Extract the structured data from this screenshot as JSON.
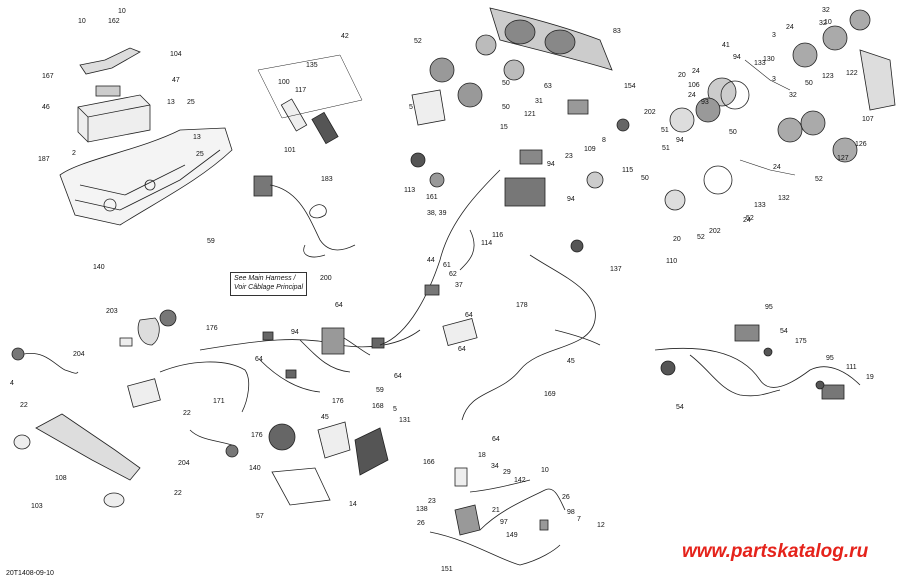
{
  "diagram": {
    "doc_id": "20T1408-09-10",
    "note": {
      "line1": "See Main Harness /",
      "line2": "Voir Câblage Principal"
    },
    "watermark": "www.partskatalog.ru",
    "colors": {
      "line": "#222222",
      "fill_light": "#eeeeee",
      "fill_mid": "#bdbdbd",
      "fill_dark": "#555555",
      "watermark": "#e5231b"
    },
    "callouts": [
      "10",
      "162",
      "10",
      "104",
      "167",
      "47",
      "13",
      "25",
      "46",
      "13",
      "2",
      "25",
      "187",
      "59",
      "42",
      "135",
      "100",
      "117",
      "101",
      "183",
      "140",
      "203",
      "176",
      "204",
      "4",
      "22",
      "22",
      "108",
      "103",
      "22",
      "204",
      "171",
      "64",
      "94",
      "64",
      "200",
      "64",
      "176",
      "140",
      "57",
      "59",
      "45",
      "176",
      "168",
      "5",
      "131",
      "14",
      "52",
      "83",
      "5",
      "50",
      "50",
      "63",
      "31",
      "121",
      "154",
      "15",
      "23",
      "109",
      "8",
      "113",
      "161",
      "94",
      "115",
      "38, 39",
      "114",
      "116",
      "94",
      "137",
      "44",
      "61",
      "62",
      "37",
      "178",
      "64",
      "64",
      "45",
      "169",
      "64",
      "32",
      "10",
      "24",
      "41",
      "94",
      "130",
      "3",
      "133",
      "24",
      "3",
      "32",
      "20",
      "50",
      "123",
      "122",
      "106",
      "24",
      "93",
      "202",
      "51",
      "50",
      "94",
      "51",
      "107",
      "126",
      "32",
      "127",
      "52",
      "50",
      "24",
      "132",
      "133",
      "52",
      "24",
      "202",
      "20",
      "52",
      "110",
      "95",
      "54",
      "175",
      "54",
      "95",
      "111",
      "19",
      "166",
      "18",
      "34",
      "29",
      "142",
      "10",
      "23",
      "138",
      "26",
      "21",
      "97",
      "26",
      "98",
      "7",
      "12",
      "149",
      "151"
    ]
  }
}
